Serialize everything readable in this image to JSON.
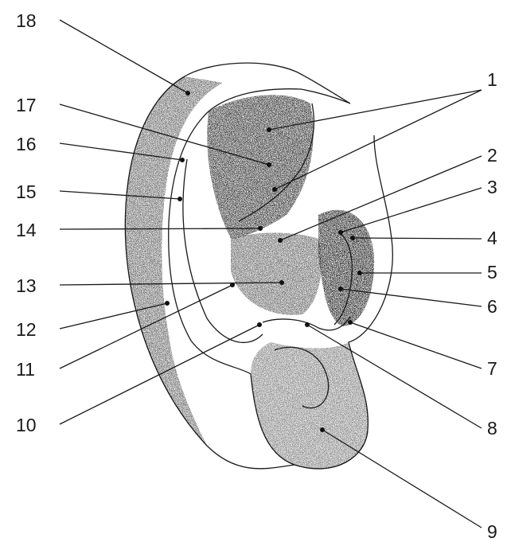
{
  "labels": [
    "1",
    "2",
    "3",
    "4",
    "5",
    "6",
    "7",
    "8",
    "9",
    "10",
    "11",
    "12",
    "13",
    "14",
    "15",
    "16",
    "17",
    "18"
  ],
  "colors": {
    "ink": "#1a1a1a",
    "shade": "#3c3c3c",
    "background": "#ffffff"
  }
}
